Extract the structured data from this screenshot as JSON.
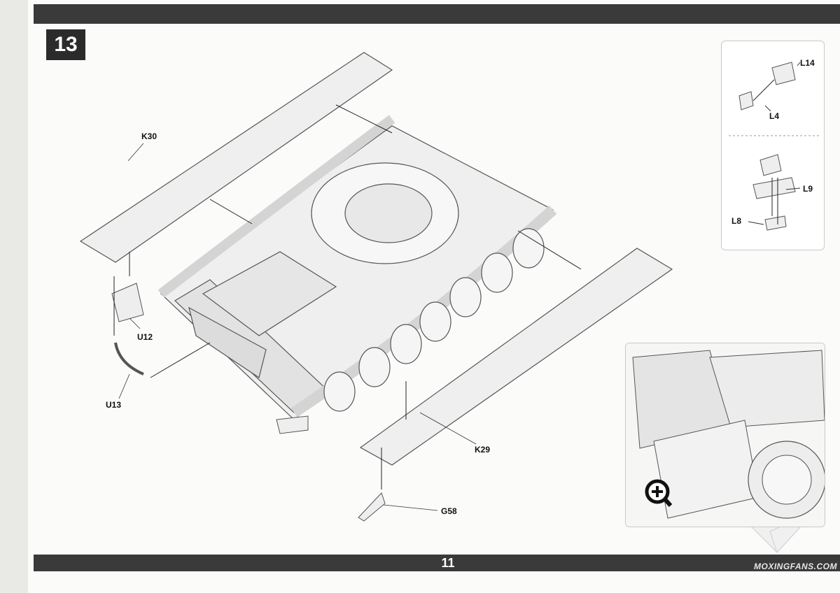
{
  "step": {
    "number": "13"
  },
  "page": {
    "number": "11"
  },
  "watermark": "MOXINGFANS.COM",
  "parts": {
    "k30": "K30",
    "u12": "U12",
    "u13": "U13",
    "k29": "K29",
    "g58": "G58",
    "l14": "L14",
    "l4": "L4",
    "l9": "L9",
    "l8": "L8"
  },
  "icons": {
    "zoom": "magnify-plus-icon",
    "paper_plane": "paper-plane-icon"
  }
}
